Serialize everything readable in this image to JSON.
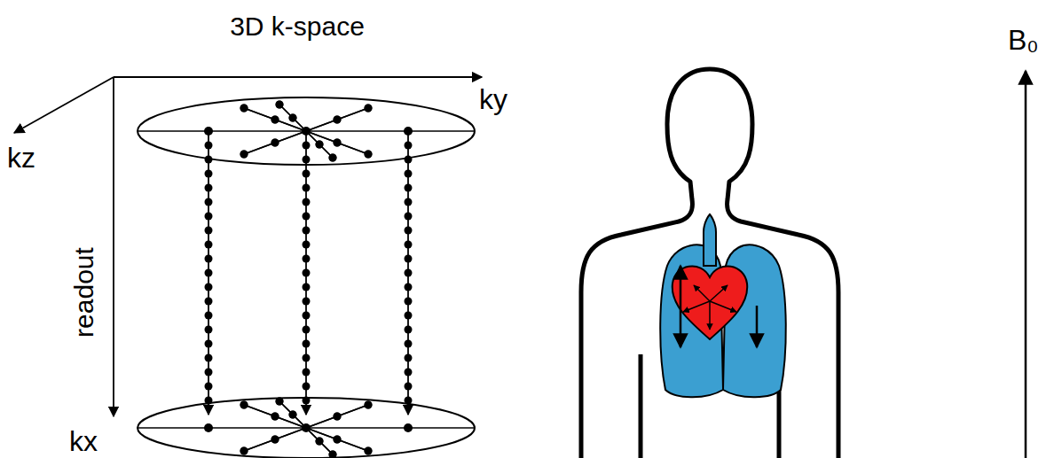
{
  "diagram": {
    "labels": [
      "3D k-space",
      "ky",
      "kz",
      "readout",
      "kx",
      "B₀"
    ]
  }
}
